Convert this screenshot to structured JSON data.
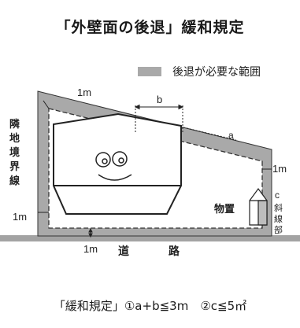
{
  "title": "「外壁面の後退」緩和規定",
  "legend": {
    "label": "後退が必要な範囲",
    "color": "#a9a9a9"
  },
  "dimensions": {
    "top_left_setback": "1m",
    "right_setback": "1m",
    "left_setback": "1m",
    "bottom_setback": "1m",
    "b": "b",
    "a": "a",
    "c": "c"
  },
  "labels": {
    "neighbor_boundary": [
      "隣",
      "地",
      "境",
      "界",
      "線"
    ],
    "storage": "物置",
    "c_note": [
      "斜",
      "線",
      "部"
    ],
    "road": [
      "道",
      "路"
    ]
  },
  "footer": "「緩和規定」①a+b≦3m　②c≦5㎡",
  "colors": {
    "setback_band": "#a9a9a9",
    "ground": "#a3a3a3",
    "lines": "#222222"
  }
}
